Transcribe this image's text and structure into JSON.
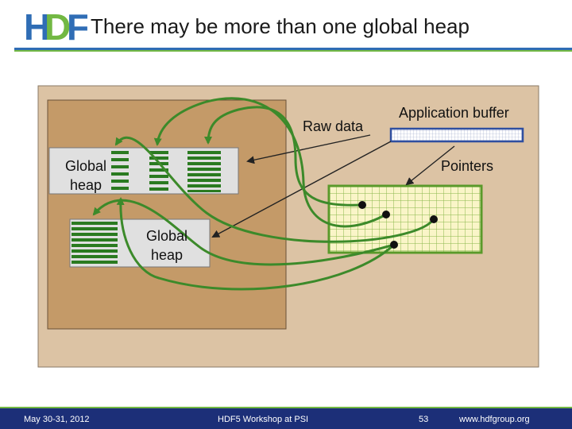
{
  "header": {
    "title": "There may be more than one global heap",
    "logo_text": "HDF"
  },
  "diagram": {
    "raw_data_label": "Raw data",
    "app_buffer_label": "Application buffer",
    "pointers_label": "Pointers",
    "global_heap_1_label": "Global heap",
    "global_heap_2_label": "Global heap",
    "colors": {
      "outer_bg": "#dcc3a4",
      "file_bg": "#c49a68",
      "heap_bg": "#e0e0e0",
      "buffer_bg": "#faf5c8",
      "arrow_green": "#3c8a2a",
      "heap_stripe": "#2a7a20"
    }
  },
  "footer": {
    "date": "May 30-31, 2012",
    "event": "HDF5 Workshop at PSI",
    "page": "53",
    "url": "www.hdfgroup.org"
  }
}
